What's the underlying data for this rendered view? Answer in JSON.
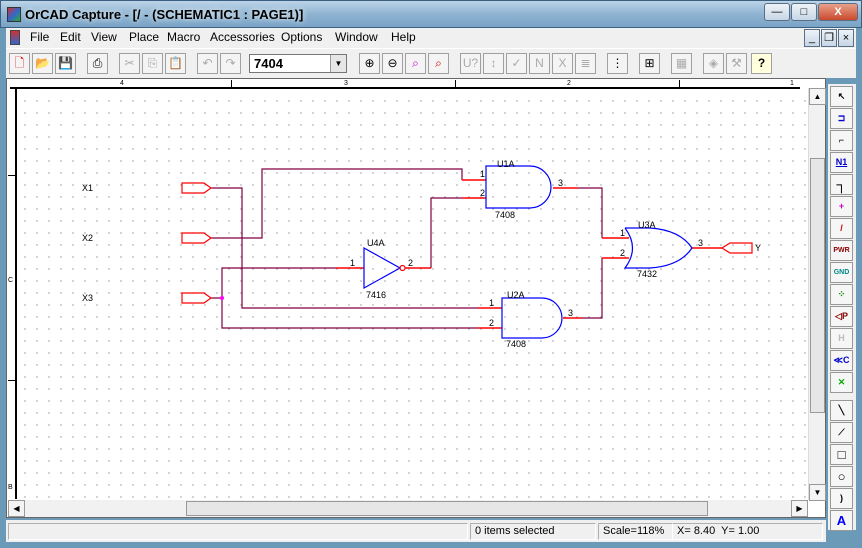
{
  "window": {
    "title": "OrCAD Capture - [/ - (SCHEMATIC1 : PAGE1)]",
    "minimize": "—",
    "maximize": "□",
    "close": "X"
  },
  "menu": [
    "File",
    "Edit",
    "View",
    "Place",
    "Macro",
    "Accessories",
    "Options",
    "Window",
    "Help"
  ],
  "mdi_buttons": {
    "minimize": "_",
    "restore": "❐",
    "close": "×"
  },
  "toolbar": {
    "part_combo": "7404",
    "buttons": [
      {
        "name": "new",
        "glyph": "🗋"
      },
      {
        "name": "open",
        "glyph": "📂"
      },
      {
        "name": "save",
        "glyph": "💾"
      },
      {
        "name": "print",
        "glyph": "⎙"
      },
      {
        "name": "cut",
        "glyph": "✂"
      },
      {
        "name": "copy",
        "glyph": "⎘"
      },
      {
        "name": "paste",
        "glyph": "📋"
      },
      {
        "name": "undo",
        "glyph": "↶"
      },
      {
        "name": "redo",
        "glyph": "↷"
      },
      {
        "name": "zoom-in",
        "glyph": "⊕"
      },
      {
        "name": "zoom-out",
        "glyph": "⊖"
      },
      {
        "name": "zoom-area",
        "glyph": "⌕"
      },
      {
        "name": "zoom-all",
        "glyph": "⌕"
      },
      {
        "name": "annotate",
        "glyph": "U?"
      },
      {
        "name": "back-annotate",
        "glyph": "↕"
      },
      {
        "name": "drc",
        "glyph": "✓"
      },
      {
        "name": "netlist",
        "glyph": "N"
      },
      {
        "name": "cross-reference",
        "glyph": "X"
      },
      {
        "name": "bill-of-materials",
        "glyph": "≣"
      },
      {
        "name": "snap-to-grid",
        "glyph": "⋮"
      },
      {
        "name": "project-manager",
        "glyph": "⊞"
      },
      {
        "name": "simulate",
        "glyph": "▦"
      },
      {
        "name": "layout",
        "glyph": "◈"
      },
      {
        "name": "build",
        "glyph": "⚒"
      },
      {
        "name": "help",
        "glyph": "?"
      }
    ]
  },
  "ruler": {
    "top": [
      "4",
      "3",
      "2",
      "1"
    ],
    "left": [
      "C",
      "B"
    ]
  },
  "schematic": {
    "ports": [
      {
        "label": "X1"
      },
      {
        "label": "X2"
      },
      {
        "label": "X3"
      },
      {
        "label": "Y"
      }
    ],
    "parts": [
      {
        "ref": "U1A",
        "value": "7408",
        "pins": [
          "1",
          "2",
          "3"
        ]
      },
      {
        "ref": "U2A",
        "value": "7408",
        "pins": [
          "1",
          "2",
          "3"
        ]
      },
      {
        "ref": "U4A",
        "value": "7416",
        "pins": [
          "1",
          "2"
        ]
      },
      {
        "ref": "U3A",
        "value": "7432",
        "pins": [
          "1",
          "2",
          "3"
        ]
      }
    ],
    "colors": {
      "wire": "#800040",
      "pin": "#ff0000",
      "part": "#0000ff",
      "junction": "#ff00ff",
      "port": "#ff0000"
    }
  },
  "palette": [
    {
      "name": "select",
      "glyph": "↖"
    },
    {
      "name": "place-part",
      "glyph": "⊐"
    },
    {
      "name": "place-wire",
      "glyph": "⌐"
    },
    {
      "name": "net-alias",
      "glyph": "N1"
    },
    {
      "name": "place-bus",
      "glyph": "┐"
    },
    {
      "name": "junction",
      "glyph": "+"
    },
    {
      "name": "bus-entry",
      "glyph": "/"
    },
    {
      "name": "power",
      "glyph": "PWR"
    },
    {
      "name": "ground",
      "glyph": "GND"
    },
    {
      "name": "hierarchical-block",
      "glyph": "⁘"
    },
    {
      "name": "hierarchical-port",
      "glyph": "◁P"
    },
    {
      "name": "hierarchical-pin",
      "glyph": "H"
    },
    {
      "name": "off-page-connector",
      "glyph": "≪C"
    },
    {
      "name": "no-connect",
      "glyph": "✕"
    },
    {
      "name": "line",
      "glyph": "╲"
    },
    {
      "name": "polyline",
      "glyph": "⟋"
    },
    {
      "name": "rectangle",
      "glyph": "□"
    },
    {
      "name": "ellipse",
      "glyph": "○"
    },
    {
      "name": "arc",
      "glyph": ")"
    },
    {
      "name": "text",
      "glyph": "A"
    }
  ],
  "status": {
    "selection": "0 items selected",
    "scale": "Scale=118%",
    "coords": "X= 8.40  Y= 1.00"
  }
}
